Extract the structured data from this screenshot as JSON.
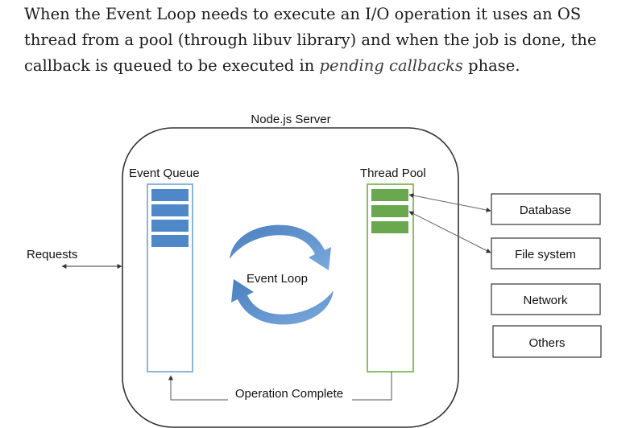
{
  "article": {
    "para_part1": "When the Event Loop needs to execute an I/O operation it uses an OS thread from a pool (through libuv library) and when the job is done, the callback is queued to be executed in ",
    "para_emphasis": "pending callbacks",
    "para_part2": " phase."
  },
  "diagram": {
    "server_title": "Node.js Server",
    "event_queue_label": "Event Queue",
    "thread_pool_label": "Thread Pool",
    "event_loop_label": "Event Loop",
    "requests_label": "Requests",
    "operation_complete_label": "Operation Complete",
    "resources": [
      "Database",
      "File system",
      "Network",
      "Others"
    ],
    "colors": {
      "queue_border": "#8db4d9",
      "queue_item": "#4e88c9",
      "pool_border": "#8dbe62",
      "pool_item": "#6aa84f",
      "loop_arrow": "#5b8fc9",
      "server_border": "#333333"
    }
  }
}
